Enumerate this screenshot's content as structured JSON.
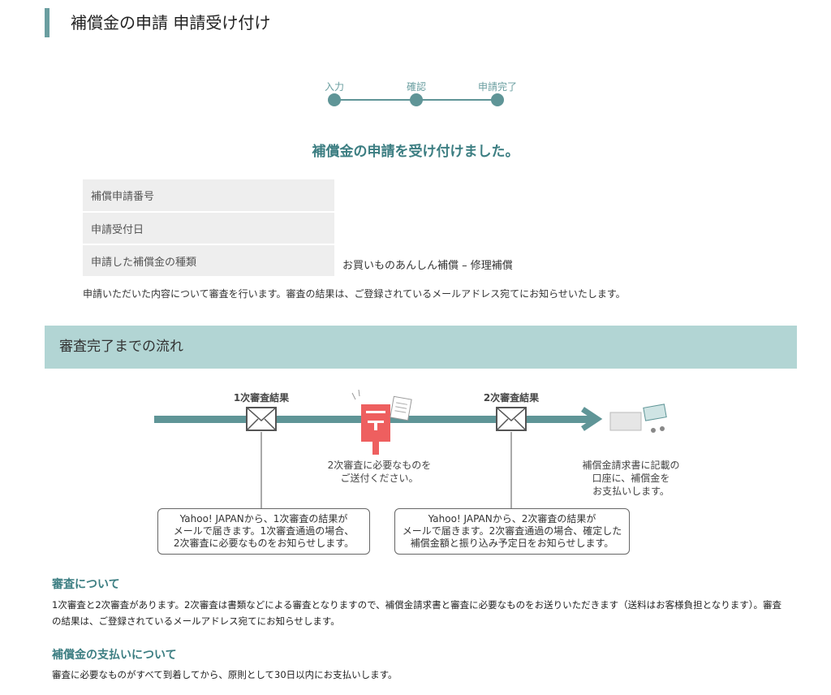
{
  "page_title": "補償金の申請 申請受け付け",
  "steps": [
    "入力",
    "確認",
    "申請完了"
  ],
  "completion_message": "補償金の申請を受け付けました。",
  "details": [
    {
      "label": "補償申請番号",
      "value": ""
    },
    {
      "label": "申請受付日",
      "value": ""
    },
    {
      "label": "申請した補償金の種類",
      "value": "お買いものあんしん補償 – 修理補償"
    }
  ],
  "review_note": "申請いただいた内容について審査を行います。審査の結果は、ご登録されているメールアドレス宛てにお知らせいたします。",
  "flow": {
    "heading": "審査完了までの流れ",
    "first_result": "1次審査結果",
    "second_result": "2次審査結果",
    "send_docs": [
      "2次審査に必要なものを",
      "ご送付ください。"
    ],
    "payment": [
      "補償金請求書に記載の",
      "口座に、補償金を",
      "お支払いします。"
    ],
    "box1": [
      "Yahoo! JAPANから、1次審査の結果が",
      "メールで届きます。1次審査通過の場合、",
      "2次審査に必要なものをお知らせします。"
    ],
    "box2": [
      "Yahoo! JAPANから、2次審査の結果が",
      "メールで届きます。2次審査通過の場合、確定した",
      "補償金額と振り込み予定日をお知らせします。"
    ]
  },
  "sections": [
    {
      "heading": "審査について",
      "body": "1次審査と2次審査があります。2次審査は書類などによる審査となりますので、補償金請求書と審査に必要なものをお送りいただきます（送料はお客様負担となります）。審査の結果は、ご登録されているメールアドレス宛てにお知らせします。"
    },
    {
      "heading": "補償金の支払いについて",
      "body": "審査に必要なものがすべて到着してから、原則として30日以内にお支払いします。"
    }
  ],
  "colors": {
    "accent": "#5f9597",
    "band": "#b2d5d4",
    "post": "#ee5f5f"
  }
}
